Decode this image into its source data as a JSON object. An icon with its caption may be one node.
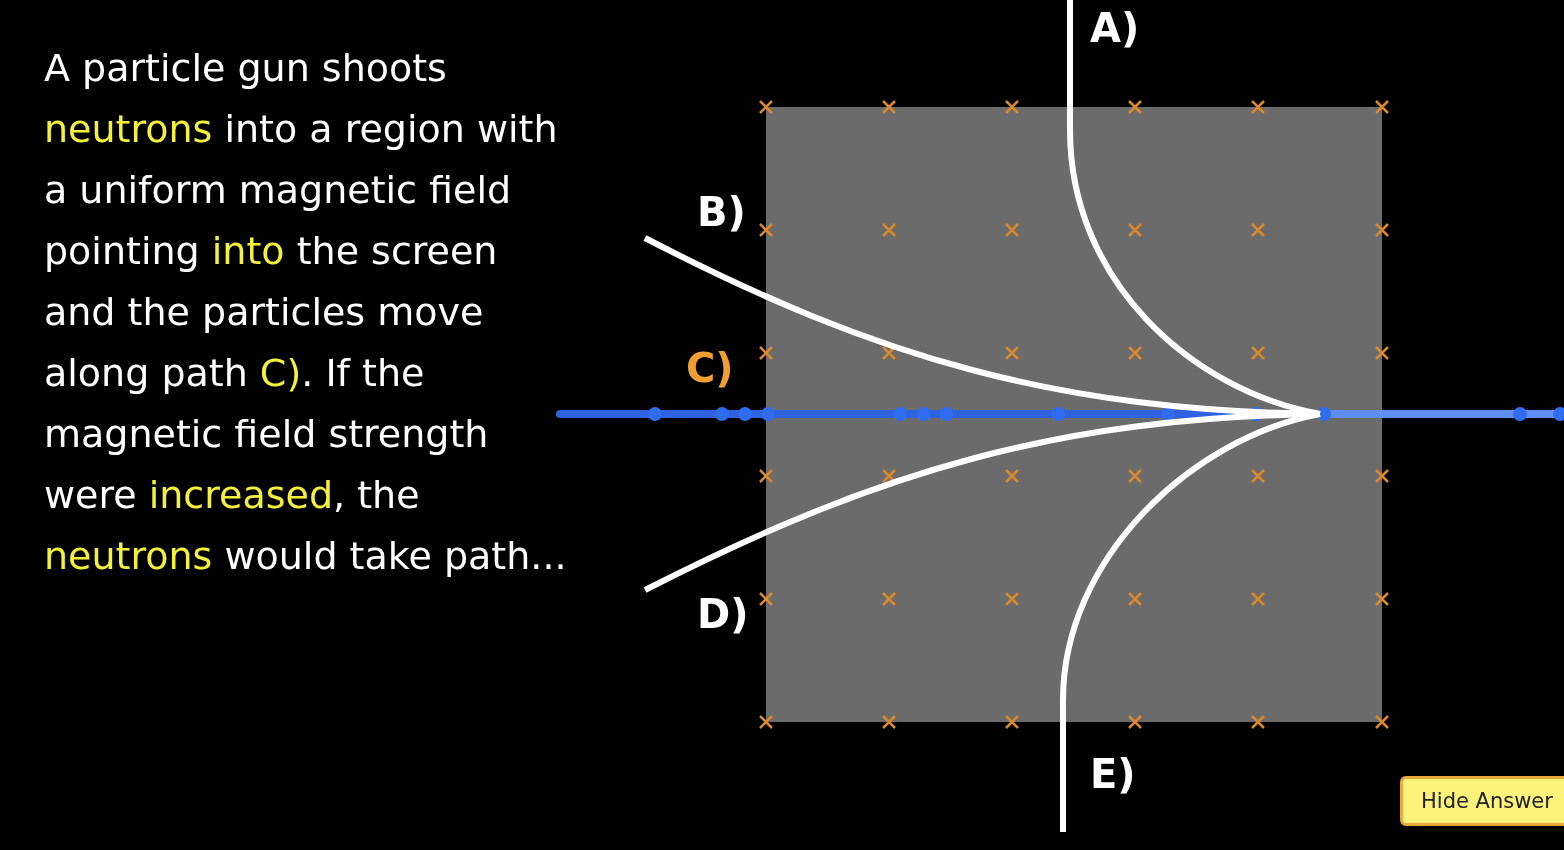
{
  "diagram": {
    "labels": [
      "A particle gun shoots **neutrons** into a region with a uniform magnetic field pointing **into** the screen and the particles move along path **C)**.  If the magnetic field strength were **increased**, the **neutrons** would take path...",
      "A)",
      "B)",
      "C)",
      "D)",
      "E)",
      "Hide Answer"
    ]
  }
}
